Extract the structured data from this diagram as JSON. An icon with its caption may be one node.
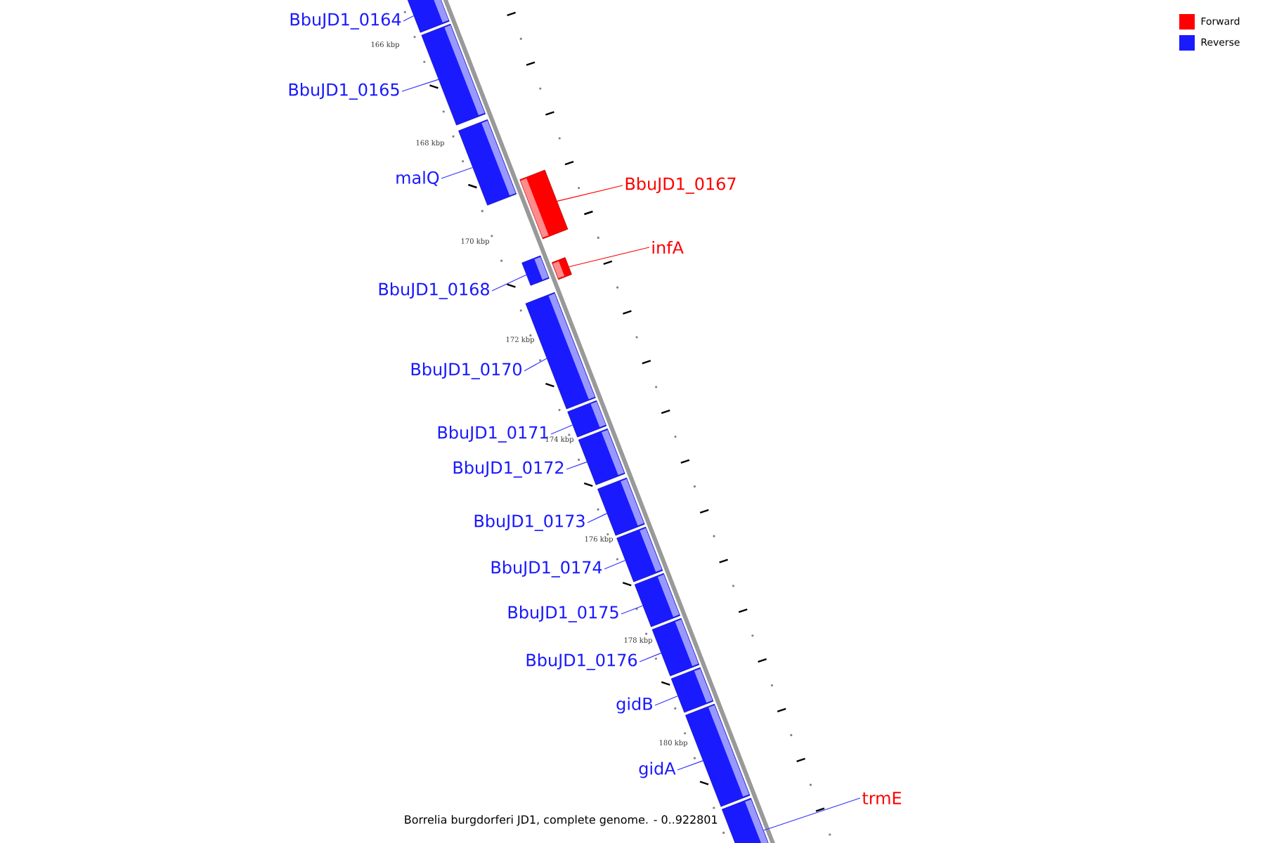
{
  "diagram": {
    "caption": "Borrelia burgdorferi JD1, complete genome. - 0..922801",
    "nodes": [
      {
        "text": [
          "BbuJD1_0164"
        ]
      },
      {
        "text": [
          "BbuJD1_0165"
        ]
      },
      {
        "text": [
          "malQ"
        ]
      },
      {
        "text": [
          "BbuJD1_0167"
        ]
      },
      {
        "text": [
          "infA"
        ]
      },
      {
        "text": [
          "BbuJD1_0168"
        ]
      },
      {
        "text": [
          "BbuJD1_0170"
        ]
      },
      {
        "text": [
          "BbuJD1_0171"
        ]
      },
      {
        "text": [
          "BbuJD1_0172"
        ]
      },
      {
        "text": [
          "BbuJD1_0173"
        ]
      },
      {
        "text": [
          "BbuJD1_0174"
        ]
      },
      {
        "text": [
          "BbuJD1_0175"
        ]
      },
      {
        "text": [
          "BbuJD1_0176"
        ]
      },
      {
        "text": [
          "gidB"
        ]
      },
      {
        "text": [
          "gidA"
        ]
      },
      {
        "text": [
          "trmE"
        ]
      },
      {
        "text": [],
        "shape": "bar"
      },
      {
        "text": [],
        "shape": "bar"
      },
      {
        "text": [],
        "shape": "bar"
      },
      {
        "text": [],
        "shape": "bar"
      },
      {
        "text": [],
        "shape": "bar"
      },
      {
        "text": [],
        "shape": "bar"
      },
      {
        "text": [],
        "shape": "bar"
      },
      {
        "text": [],
        "shape": "bar"
      },
      {
        "text": [],
        "shape": "bar"
      },
      {
        "text": [],
        "shape": "bar"
      },
      {
        "text": [],
        "shape": "bar"
      },
      {
        "text": [],
        "shape": "bar"
      },
      {
        "text": [],
        "shape": "bar"
      },
      {
        "text": [],
        "shape": "bar"
      },
      {
        "text": [],
        "shape": "bar"
      },
      {
        "text": [],
        "shape": "bar"
      }
    ],
    "edges": [
      {
        "from": 0,
        "to": 16,
        "arrow": "none"
      },
      {
        "from": 1,
        "to": 17,
        "arrow": "none"
      },
      {
        "from": 2,
        "to": 18,
        "arrow": "none"
      },
      {
        "from": 3,
        "to": 19,
        "arrow": "none",
        "color": "#ff0000"
      },
      {
        "from": 4,
        "to": 21,
        "arrow": "none",
        "color": "#ff0000"
      },
      {
        "from": 5,
        "to": 20,
        "arrow": "none"
      },
      {
        "from": 6,
        "to": 22,
        "arrow": "none"
      },
      {
        "from": 7,
        "to": 23,
        "arrow": "none"
      },
      {
        "from": 8,
        "to": 24,
        "arrow": "none"
      },
      {
        "from": 9,
        "to": 25,
        "arrow": "none"
      },
      {
        "from": 10,
        "to": 26,
        "arrow": "none"
      },
      {
        "from": 11,
        "to": 27,
        "arrow": "none"
      },
      {
        "from": 12,
        "to": 28,
        "arrow": "none"
      },
      {
        "from": 13,
        "to": 29,
        "arrow": "none"
      },
      {
        "from": 14,
        "to": 30,
        "arrow": "none"
      },
      {
        "from": 15,
        "to": 31,
        "arrow": "none"
      }
    ],
    "labels": [
      "166 kbp",
      "168 kbp",
      "170 kbp",
      "172 kbp",
      "174 kbp",
      "176 kbp",
      "178 kbp",
      "180 kbp"
    ],
    "legend": [
      {
        "text": "Forward",
        "color": "#ff0000"
      },
      {
        "text": "Reverse",
        "color": "#1a1aff"
      }
    ]
  }
}
